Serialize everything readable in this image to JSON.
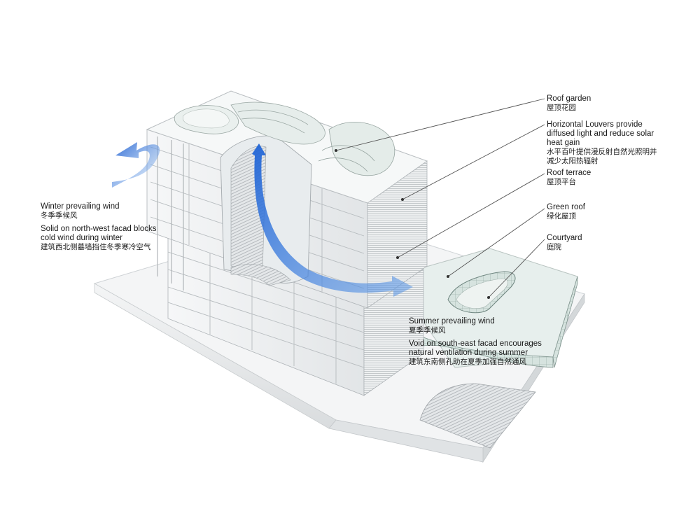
{
  "annotations": {
    "roof_garden": {
      "en": "Roof garden",
      "zh": "屋顶花园"
    },
    "louvers": {
      "en_lines": [
        "Horizontal Louvers provide",
        "diffused light and reduce solar",
        "heat gain"
      ],
      "zh_lines": [
        "水平百叶提供漫反射自然光照明并",
        "减少太阳热辐射"
      ]
    },
    "roof_terrace": {
      "en": "Roof terrace",
      "zh": "屋顶平台"
    },
    "green_roof": {
      "en": "Green roof",
      "zh": "绿化屋顶"
    },
    "courtyard": {
      "en": "Courtyard",
      "zh": "庭院"
    },
    "winter": {
      "title_en": "Winter prevailing wind",
      "title_zh": "冬季季候风",
      "desc_en_lines": [
        "Solid on north-west facad blocks",
        "cold wind during winter"
      ],
      "desc_zh": "建筑西北侧墓墙挡住冬季寒冷空气"
    },
    "summer": {
      "title_en": "Summer prevailing wind",
      "title_zh": "夏季季候风",
      "desc_en_lines": [
        "Void on south-east facad encourages",
        "natural ventilation during summer"
      ],
      "desc_zh": "建筑东南侧孔助在夏季加强自然通风"
    }
  },
  "colors": {
    "wind_arrow": "#2f6fd8",
    "glass": "#dfe9e6",
    "building": "#eef1f2",
    "leader": "#555555"
  }
}
